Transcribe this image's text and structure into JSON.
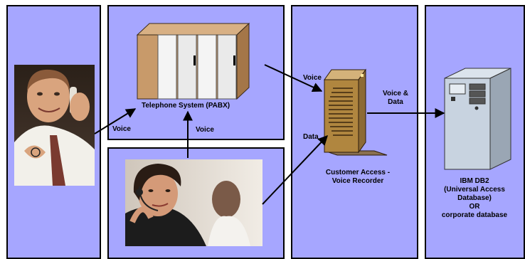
{
  "labels": {
    "pabx": "Telephone System (PABX)",
    "voice_caller": "Voice",
    "voice_agent": "Voice",
    "voice_pabx_recorder": "Voice",
    "data_agent_recorder": "Data",
    "voice_and_data_line1": "Voice &",
    "voice_and_data_line2": "Data",
    "recorder_line1": "Customer Access -",
    "recorder_line2": "Voice Recorder",
    "db_line1": "IBM DB2",
    "db_line2": "(Universal Access",
    "db_line3": "Database)",
    "db_line4": "OR",
    "db_line5": "corporate database"
  },
  "colors": {
    "panel": "#a6a6ff",
    "arrow": "#000000",
    "cabinet": "#c89a6a",
    "server": "#b0863f",
    "db_server": "#c8d3e0"
  }
}
